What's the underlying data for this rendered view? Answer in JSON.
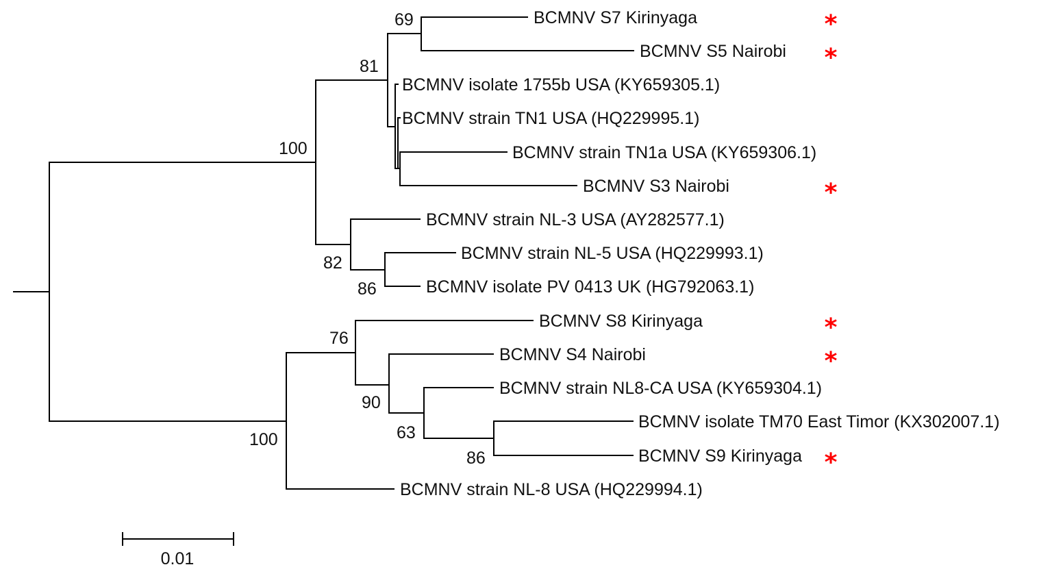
{
  "tree": {
    "taxa": [
      {
        "id": "s7",
        "label": "BCMNV S7 Kirinyaga",
        "marked": true
      },
      {
        "id": "s5",
        "label": "BCMNV S5 Nairobi",
        "marked": true
      },
      {
        "id": "1755b",
        "label": "BCMNV isolate 1755b USA (KY659305.1)",
        "marked": false
      },
      {
        "id": "tn1",
        "label": "BCMNV strain TN1 USA (HQ229995.1)",
        "marked": false
      },
      {
        "id": "tn1a",
        "label": "BCMNV strain TN1a USA (KY659306.1)",
        "marked": false
      },
      {
        "id": "s3",
        "label": "BCMNV S3 Nairobi",
        "marked": true
      },
      {
        "id": "nl3",
        "label": "BCMNV strain NL-3 USA (AY282577.1)",
        "marked": false
      },
      {
        "id": "nl5",
        "label": "BCMNV strain NL-5 USA (HQ229993.1)",
        "marked": false
      },
      {
        "id": "pv",
        "label": "BCMNV isolate PV 0413 UK (HG792063.1)",
        "marked": false
      },
      {
        "id": "s8",
        "label": "BCMNV S8 Kirinyaga",
        "marked": true
      },
      {
        "id": "s4",
        "label": "BCMNV S4 Nairobi",
        "marked": true
      },
      {
        "id": "nl8ca",
        "label": "BCMNV strain NL8-CA USA (KY659304.1)",
        "marked": false
      },
      {
        "id": "tm70",
        "label": "BCMNV isolate TM70 East Timor (KX302007.1)",
        "marked": false
      },
      {
        "id": "s9",
        "label": "BCMNV S9 Kirinyaga",
        "marked": true
      },
      {
        "id": "nl8",
        "label": "BCMNV strain NL-8 USA (HQ229994.1)",
        "marked": false
      }
    ],
    "bootstrap": {
      "n69": "69",
      "n81": "81",
      "n100a": "100",
      "n82": "82",
      "n86a": "86",
      "n76": "76",
      "n90": "90",
      "n63": "63",
      "n86b": "86",
      "n100b": "100"
    },
    "marker_symbol": "*",
    "marker_color": "#ff0000",
    "branch_color": "#000000"
  },
  "scale_bar": {
    "label": "0.01",
    "length": 0.01
  }
}
